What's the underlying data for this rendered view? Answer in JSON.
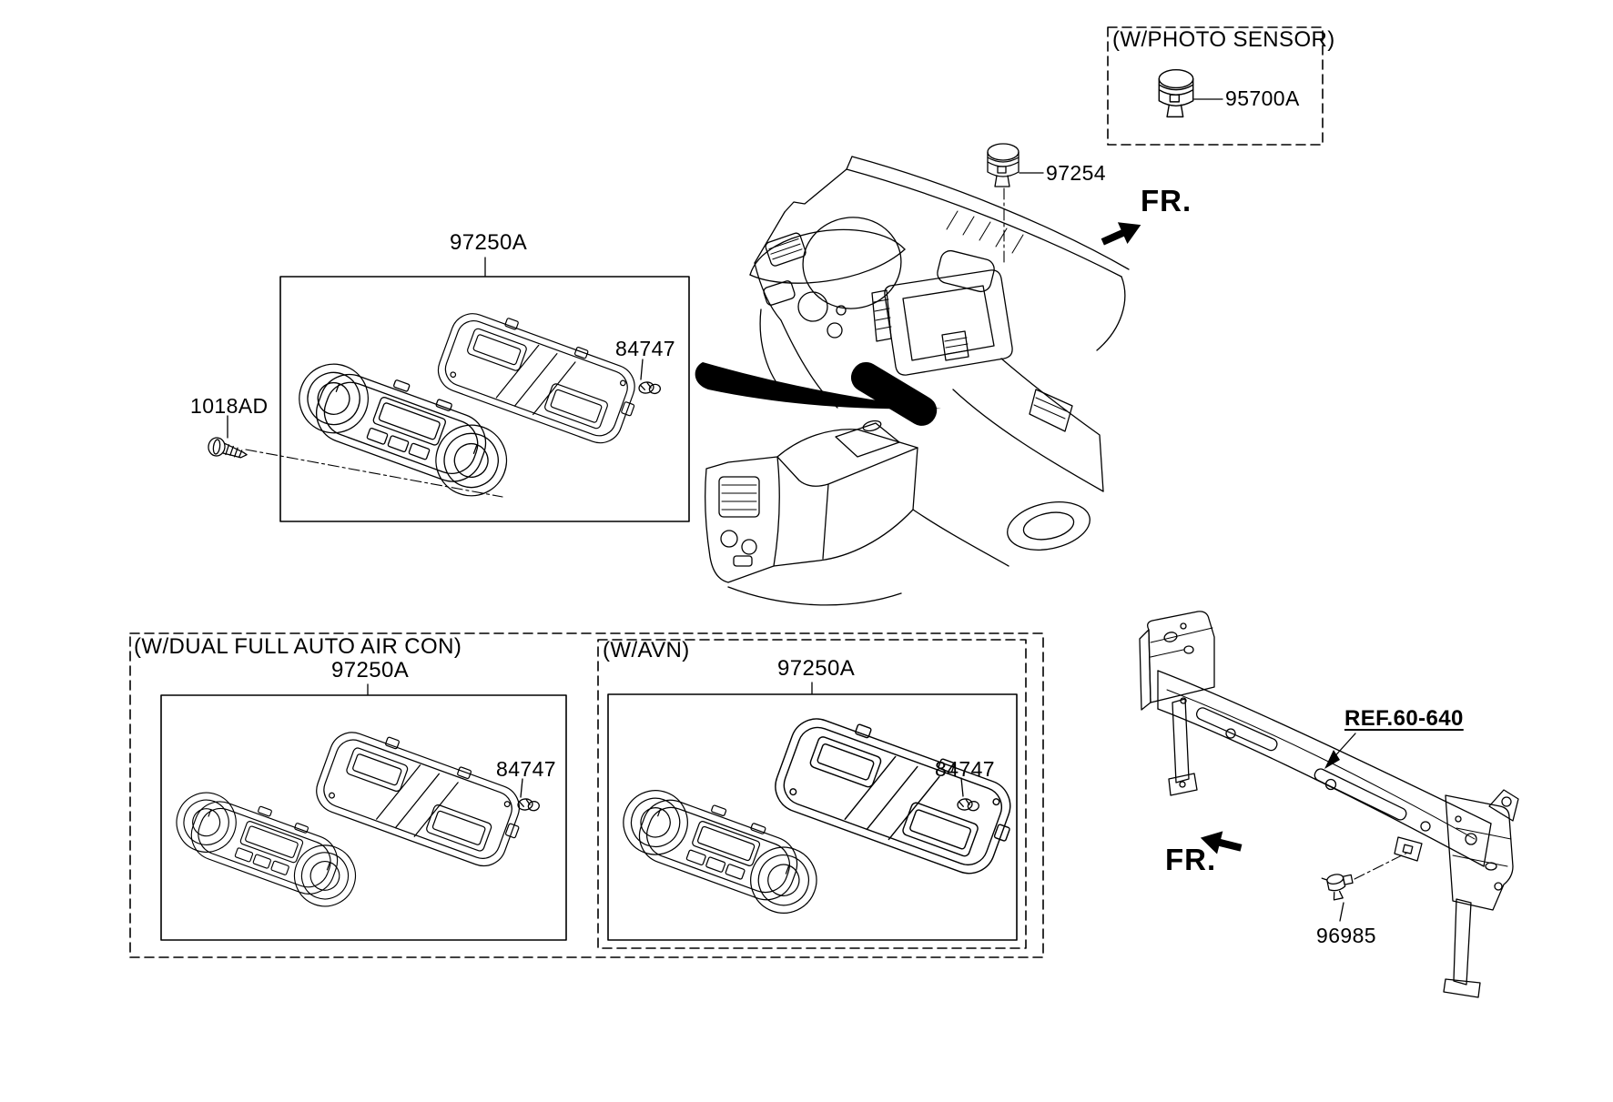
{
  "diagram": {
    "background": "#ffffff",
    "ink": "#000000",
    "sections": {
      "photo_sensor": {
        "title": "(W/PHOTO SENSOR)",
        "part_number": "95700A",
        "icon": "photo-sensor-cylinder"
      },
      "main": {
        "sunload_sensor_part": "97254",
        "front_marker": "FR.",
        "front_marker_icon": "solid-block-arrow-ne",
        "control_assembly_part": "97250A",
        "clip_part": "84747",
        "screw_part": "1018AD"
      },
      "dual_full_auto_air_con": {
        "title": "(W/DUAL FULL AUTO AIR CON)",
        "control_assembly_part": "97250A",
        "clip_part": "84747"
      },
      "avn": {
        "title": "(W/AVN)",
        "control_assembly_part": "97250A",
        "clip_part": "84747"
      },
      "crossmember": {
        "reference": "REF.60-640",
        "front_marker": "FR.",
        "front_marker_icon": "solid-block-arrow-sw",
        "sensor_part": "96985"
      }
    }
  }
}
